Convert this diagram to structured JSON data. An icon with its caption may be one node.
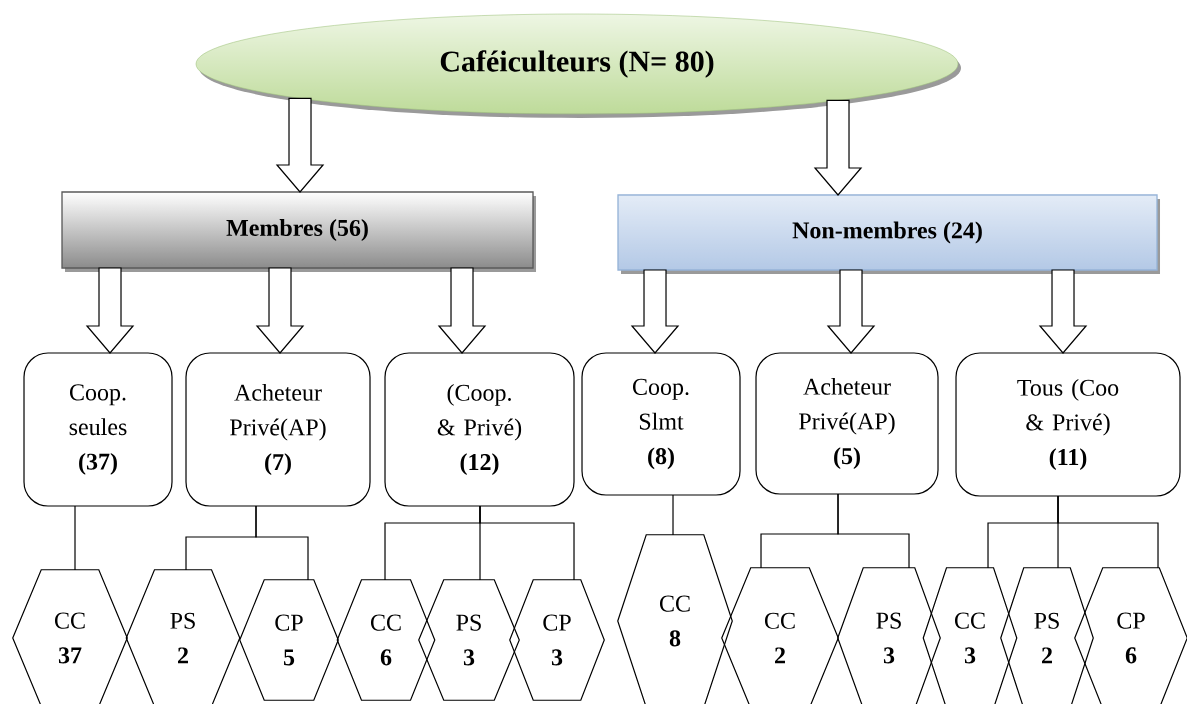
{
  "diagram": {
    "nodes": [
      {
        "text": [
          "Caféiculteurs (N= 80)"
        ]
      },
      {
        "text": [
          "Membres (56)"
        ]
      },
      {
        "text": [
          "Non-membres (24)"
        ]
      },
      {
        "text": [
          "Coop. seules",
          "(**37**)"
        ]
      },
      {
        "text": [
          "Acheteur Privé(AP)",
          "(7)"
        ]
      },
      {
        "text": [
          "(Coop. & Privé)",
          "(12)"
        ]
      },
      {
        "text": [
          "Coop. Slmt",
          "(8)"
        ]
      },
      {
        "text": [
          "Acheteur Privé(AP)",
          "(5)"
        ]
      },
      {
        "text": [
          "Tous (Coo & Privé)",
          "(11)"
        ]
      },
      {
        "text": [
          "CC",
          "37"
        ]
      },
      {
        "text": [
          "PS",
          "2"
        ]
      },
      {
        "text": [
          "CP",
          "5"
        ]
      },
      {
        "text": [
          "CC",
          "6"
        ]
      },
      {
        "text": [
          "PS",
          "3"
        ]
      },
      {
        "text": [
          "CP",
          "3"
        ]
      },
      {
        "text": [
          "CC",
          "8"
        ]
      },
      {
        "text": [
          "CC",
          "2"
        ]
      },
      {
        "text": [
          "PS",
          "3"
        ]
      },
      {
        "text": [
          "CC",
          "3"
        ]
      },
      {
        "text": [
          "PS",
          "2"
        ]
      },
      {
        "text": [
          "CP",
          "6"
        ]
      }
    ],
    "edges": [
      {
        "from": 0,
        "to": 1,
        "arrow": "to"
      },
      {
        "from": 0,
        "to": 2,
        "arrow": "to"
      },
      {
        "from": 1,
        "to": 3,
        "arrow": "to"
      },
      {
        "from": 1,
        "to": 4,
        "arrow": "to"
      },
      {
        "from": 1,
        "to": 5,
        "arrow": "to"
      },
      {
        "from": 2,
        "to": 6,
        "arrow": "to"
      },
      {
        "from": 2,
        "to": 7,
        "arrow": "to"
      },
      {
        "from": 2,
        "to": 8,
        "arrow": "to"
      },
      {
        "from": 3,
        "to": 9,
        "arrow": "none"
      },
      {
        "from": 4,
        "to": 10,
        "arrow": "none"
      },
      {
        "from": 4,
        "to": 11,
        "arrow": "none"
      },
      {
        "from": 5,
        "to": 12,
        "arrow": "none"
      },
      {
        "from": 5,
        "to": 13,
        "arrow": "none"
      },
      {
        "from": 5,
        "to": 14,
        "arrow": "none"
      },
      {
        "from": 6,
        "to": 15,
        "arrow": "none"
      },
      {
        "from": 7,
        "to": 16,
        "arrow": "none"
      },
      {
        "from": 7,
        "to": 17,
        "arrow": "none"
      },
      {
        "from": 8,
        "to": 18,
        "arrow": "none"
      },
      {
        "from": 8,
        "to": 19,
        "arrow": "none"
      },
      {
        "from": 8,
        "to": 20,
        "arrow": "none"
      }
    ]
  }
}
